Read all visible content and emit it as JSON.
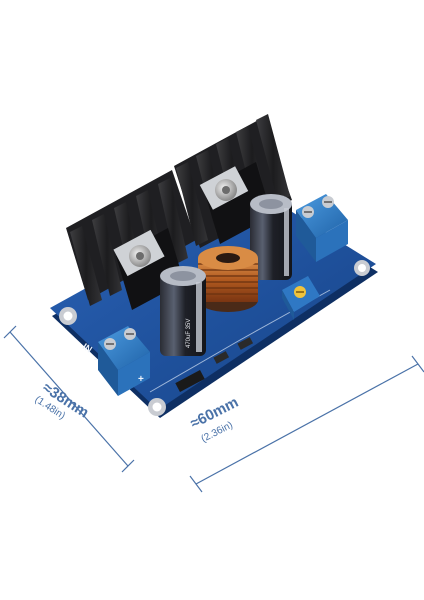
{
  "dimensions": {
    "width": {
      "value": "≈60mm",
      "imperial": "(2.36in)"
    },
    "height": {
      "value": "≈38mm",
      "imperial": "(1.48in)"
    }
  },
  "board": {
    "input_label": "IN",
    "plus_label": "+",
    "minus_label": "-",
    "capacitor_marking": "470uF 35V"
  },
  "colors": {
    "pcb": "#1d4e9e",
    "heatsink": "#2a2a2c",
    "terminal": "#2f7fc7",
    "dimension_line": "#4a72a8",
    "copper_coil": "#b8652a"
  }
}
